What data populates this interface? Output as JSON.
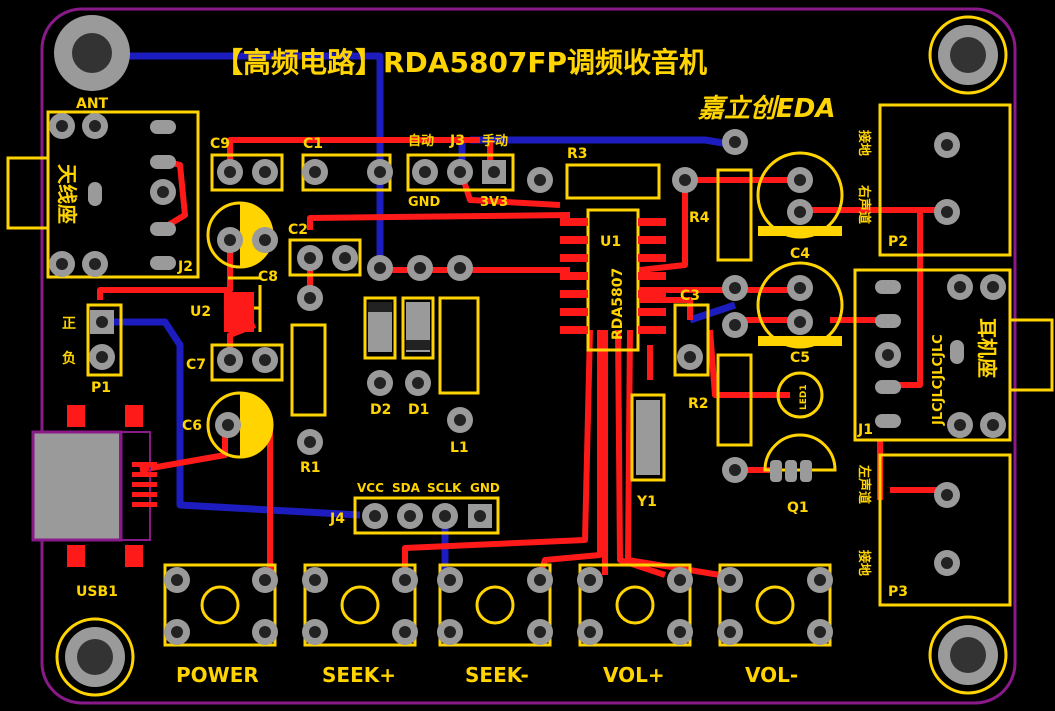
{
  "title": "【高频电路】RDA5807FP调频收音机",
  "logo_text": "嘉立创EDA",
  "colors": {
    "board": "#000000",
    "outline": "#8a1a8a",
    "top_copper": "#ff1a1a",
    "bottom_copper": "#1d1dbf",
    "silkscreen": "#ffd400",
    "pad": "#9a9a9a",
    "pad_hole": "#222222"
  },
  "ref": {
    "ant": "ANT",
    "antenna_seat": "天线座",
    "j2": "J2",
    "c9": "C9",
    "c1": "C1",
    "c2": "C2",
    "c3": "C3",
    "c4": "C4",
    "c5": "C5",
    "c6": "C6",
    "c7": "C7",
    "c8": "C8",
    "u1": "U1",
    "u1_part": "RDA5807",
    "u2": "U2",
    "r1": "R1",
    "r2": "R2",
    "r3": "R3",
    "r4": "R4",
    "d1": "D1",
    "d2": "D2",
    "l1": "L1",
    "y1": "Y1",
    "q1": "Q1",
    "led1": "LED1",
    "p1": "P1",
    "p2": "P2",
    "p3": "P3",
    "j1": "J1",
    "j3": "J3",
    "j4": "J4",
    "usb1": "USB1",
    "earphone_seat": "耳机座",
    "ground_p2": "接地",
    "ground_p3": "接地",
    "right_channel": "右声道",
    "left_channel": "左声道",
    "auto": "自动",
    "manual": "手动",
    "gnd": "GND",
    "v33": "3V3",
    "positive": "正",
    "negative": "负",
    "jlc_mark": "JLCJLCJLCJLC"
  },
  "j4_pins": [
    "VCC",
    "SDA",
    "SCLK",
    "GND"
  ],
  "buttons": [
    "POWER",
    "SEEK+",
    "SEEK-",
    "VOL+",
    "VOL-"
  ]
}
